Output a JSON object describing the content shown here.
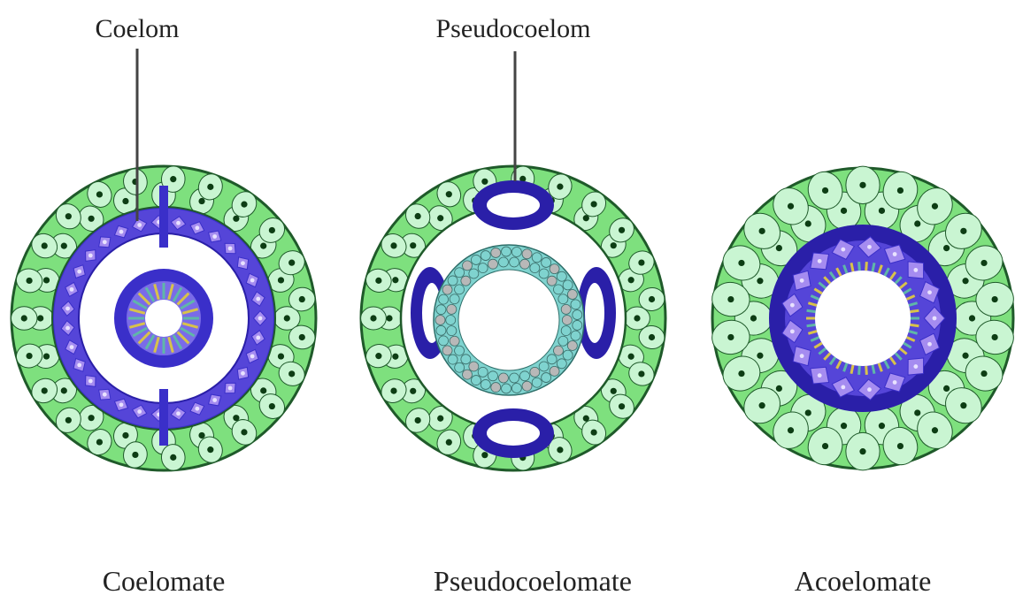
{
  "labels": {
    "coelom": "Coelom",
    "pseudocoelom": "Pseudocoelom",
    "coelomate": "Coelomate",
    "pseudocoelomate": "Pseudocoelomate",
    "acoelomate": "Acoelomate"
  },
  "colors": {
    "ectoderm_fill": "#7ee07e",
    "ectoderm_cell": "#c9f5d2",
    "ectoderm_outline": "#1f5a2a",
    "mesoderm": "#3a2fc9",
    "mesoderm_light": "#7a6be8",
    "mesoderm_cell": "#a58cf0",
    "endoderm_teal": "#7fd3cf",
    "endoderm_grey": "#b8b8b8",
    "nucleus": "#0d3d14",
    "cavity": "#ffffff",
    "leader_line": "#444444"
  },
  "figures": [
    {
      "id": "coelomate",
      "cavity": "true coelom lined by mesoderm"
    },
    {
      "id": "pseudocoelomate",
      "cavity": "pseudocoelom between mesoderm and endoderm"
    },
    {
      "id": "acoelomate",
      "cavity": "no body cavity, solid mesoderm"
    }
  ]
}
